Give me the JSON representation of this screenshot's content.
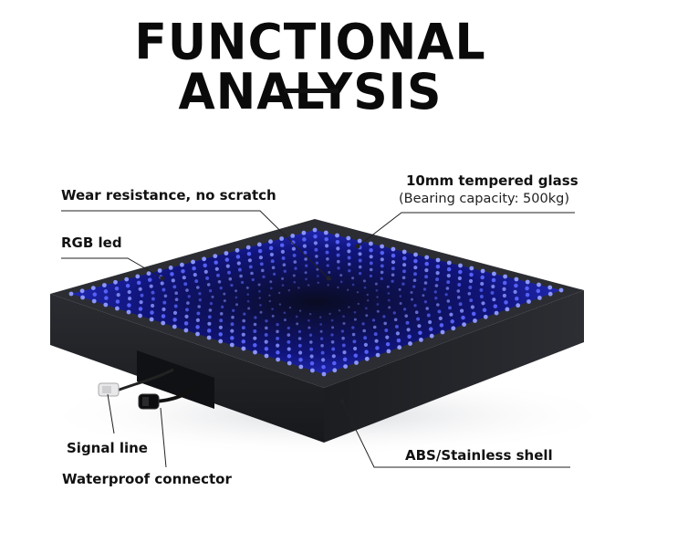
{
  "title": "FUNCTIONAL ANALYSIS",
  "callouts": {
    "wear": "Wear resistance, no scratch",
    "rgb": "RGB led",
    "glass": "10mm tempered glass",
    "glass_sub": "(Bearing capacity: 500kg)",
    "signal": "Signal line",
    "waterproof": "Waterproof connector",
    "shell": "ABS/Stainless shell"
  },
  "colors": {
    "led": "#3a44ff",
    "frame": "#1e2024",
    "glass": "#0b0d3a"
  }
}
